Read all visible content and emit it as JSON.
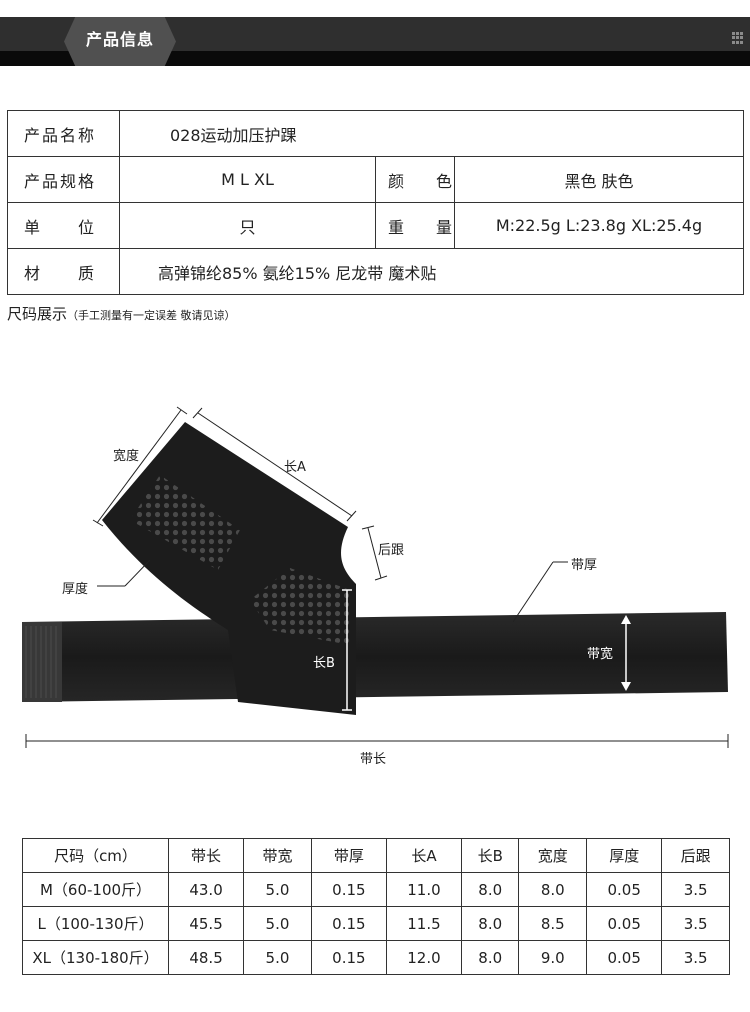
{
  "header": {
    "title": "产品信息",
    "grid_icon": "grid-icon"
  },
  "info": {
    "name_label": "产品名称",
    "name_value": "028运动加压护踝",
    "spec_label": "产品规格",
    "spec_value": "M L XL",
    "color_label": "颜　　色",
    "color_value": "黑色 肤色",
    "unit_label": "单　　位",
    "unit_value": "只",
    "weight_label": "重　　量",
    "weight_value": "M:22.5g L:23.8g XL:25.4g",
    "material_label": "材　　质",
    "material_value": "高弹锦纶85% 氨纶15% 尼龙带 魔术贴"
  },
  "size_display": {
    "title": "尺码展示",
    "note": "（手工测量有一定误差 敬请见谅）"
  },
  "diagram": {
    "width": "宽度",
    "length_a": "长A",
    "heel": "后跟",
    "thickness": "厚度",
    "strap_thickness": "带厚",
    "strap_width": "带宽",
    "length_b": "长B",
    "strap_length": "带长"
  },
  "size_table": {
    "headers": [
      "尺码（cm）",
      "带长",
      "带宽",
      "带厚",
      "长A",
      "长B",
      "宽度",
      "厚度",
      "后跟"
    ],
    "rows": [
      [
        "M（60-100斤）",
        "43.0",
        "5.0",
        "0.15",
        "11.0",
        "8.0",
        "8.0",
        "0.05",
        "3.5"
      ],
      [
        "L（100-130斤）",
        "45.5",
        "5.0",
        "0.15",
        "11.5",
        "8.0",
        "8.5",
        "0.05",
        "3.5"
      ],
      [
        "XL（130-180斤）",
        "48.5",
        "5.0",
        "0.15",
        "12.0",
        "8.0",
        "9.0",
        "0.05",
        "3.5"
      ]
    ]
  },
  "colors": {
    "header_dark": "#2f2f2f",
    "header_tab": "#505050",
    "product": "#1c1c1c"
  }
}
